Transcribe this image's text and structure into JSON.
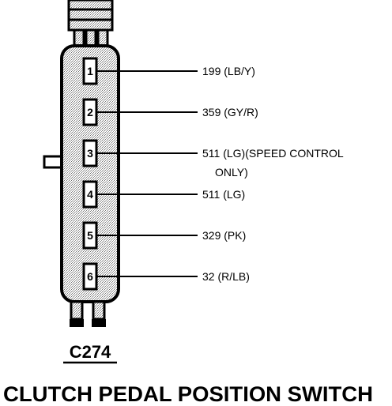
{
  "connector": {
    "id": "C274",
    "pins": [
      {
        "number": "1",
        "circuit": "199 (LB/Y)",
        "note": ""
      },
      {
        "number": "2",
        "circuit": "359 (GY/R)",
        "note": ""
      },
      {
        "number": "3",
        "circuit": "511 (LG)(SPEED CONTROL",
        "note": "ONLY)"
      },
      {
        "number": "4",
        "circuit": "511 (LG)",
        "note": ""
      },
      {
        "number": "5",
        "circuit": "329 (PK)",
        "note": ""
      },
      {
        "number": "6",
        "circuit": "32 (R/LB)",
        "note": ""
      }
    ]
  },
  "component_name": "CLUTCH PEDAL POSITION SWITCH",
  "colors": {
    "ink": "#000000",
    "background": "#ffffff",
    "stipple": "#8a8a8a"
  }
}
